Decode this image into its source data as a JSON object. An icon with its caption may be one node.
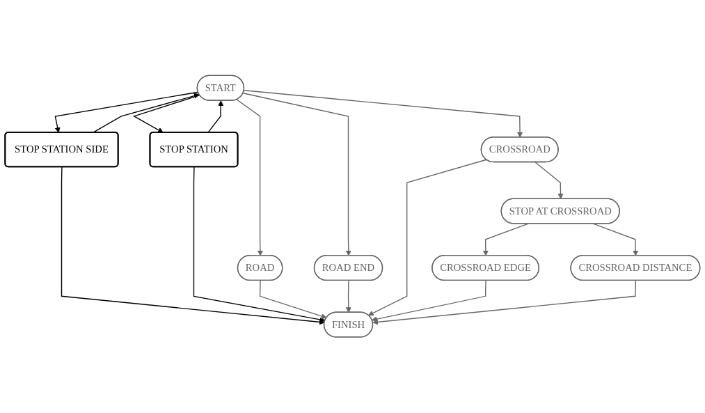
{
  "diagram": {
    "nodes": [
      {
        "text": [
          "START"
        ]
      },
      {
        "text": [
          "STOP STATION SIDE"
        ]
      },
      {
        "text": [
          "STOP STATION"
        ]
      },
      {
        "text": [
          "ROAD"
        ]
      },
      {
        "text": [
          "ROAD END"
        ]
      },
      {
        "text": [
          "CROSSROAD"
        ]
      },
      {
        "text": [
          "STOP AT CROSSROAD"
        ]
      },
      {
        "text": [
          "CROSSROAD EDGE"
        ]
      },
      {
        "text": [
          "CROSSROAD DISTANCE"
        ]
      },
      {
        "text": [
          "FINISH"
        ]
      }
    ],
    "edges": [
      {
        "from": 0,
        "to": 1,
        "arrow": "to",
        "color": "#000000"
      },
      {
        "from": 1,
        "to": 0,
        "arrow": "to",
        "color": "#000000"
      },
      {
        "from": 0,
        "to": 2,
        "arrow": "to",
        "color": "#000000"
      },
      {
        "from": 2,
        "to": 0,
        "arrow": "to",
        "color": "#000000"
      },
      {
        "from": 0,
        "to": 3,
        "arrow": "to"
      },
      {
        "from": 0,
        "to": 4,
        "arrow": "to"
      },
      {
        "from": 0,
        "to": 5,
        "arrow": "to"
      },
      {
        "from": 5,
        "to": 6,
        "arrow": "to"
      },
      {
        "from": 6,
        "to": 7,
        "arrow": "to"
      },
      {
        "from": 6,
        "to": 8,
        "arrow": "to"
      },
      {
        "from": 1,
        "to": 9,
        "arrow": "to",
        "color": "#000000"
      },
      {
        "from": 2,
        "to": 9,
        "arrow": "to",
        "color": "#000000"
      },
      {
        "from": 3,
        "to": 9,
        "arrow": "to"
      },
      {
        "from": 4,
        "to": 9,
        "arrow": "to"
      },
      {
        "from": 5,
        "to": 9,
        "arrow": "to"
      },
      {
        "from": 7,
        "to": 9,
        "arrow": "to"
      },
      {
        "from": 8,
        "to": 9,
        "arrow": "to"
      }
    ]
  }
}
